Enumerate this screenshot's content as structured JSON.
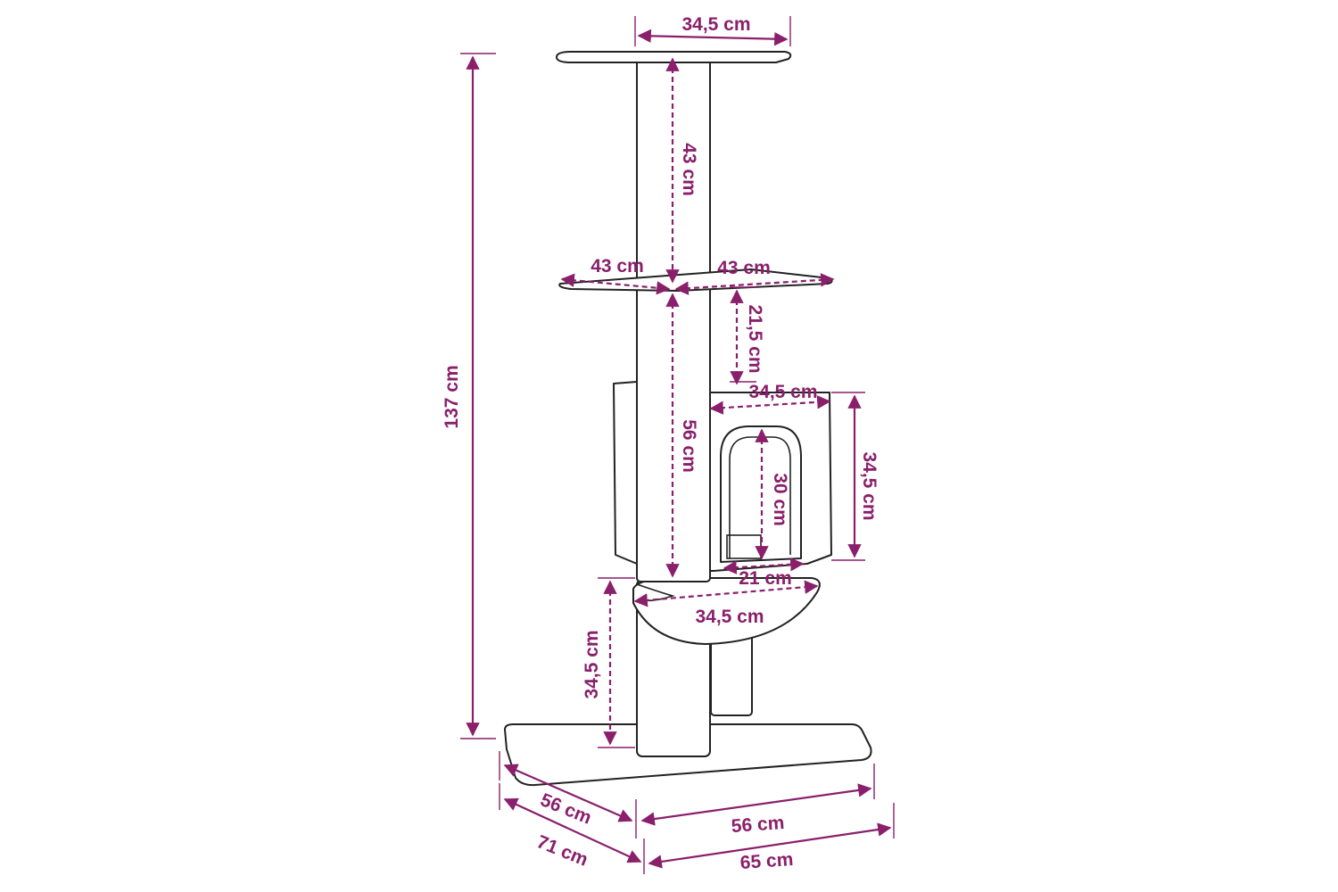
{
  "colors": {
    "dimension": "#8a1f6b",
    "outline": "#222222",
    "background": "#ffffff"
  },
  "labels": {
    "top_platform_width": "34,5 cm",
    "upper_post_height": "43 cm",
    "total_height": "137 cm",
    "mid_platform_left": "43 cm",
    "mid_platform_right": "43 cm",
    "gap_to_condo": "21,5 cm",
    "condo_width": "34,5 cm",
    "lower_post_height": "56 cm",
    "condo_height": "34,5 cm",
    "opening_height": "30 cm",
    "opening_width": "21 cm",
    "basket_width": "34,5 cm",
    "basket_height_from_base": "34,5 cm",
    "base_depth": "56 cm",
    "base_width": "56 cm",
    "overall_depth": "71 cm",
    "overall_width": "65 cm"
  }
}
